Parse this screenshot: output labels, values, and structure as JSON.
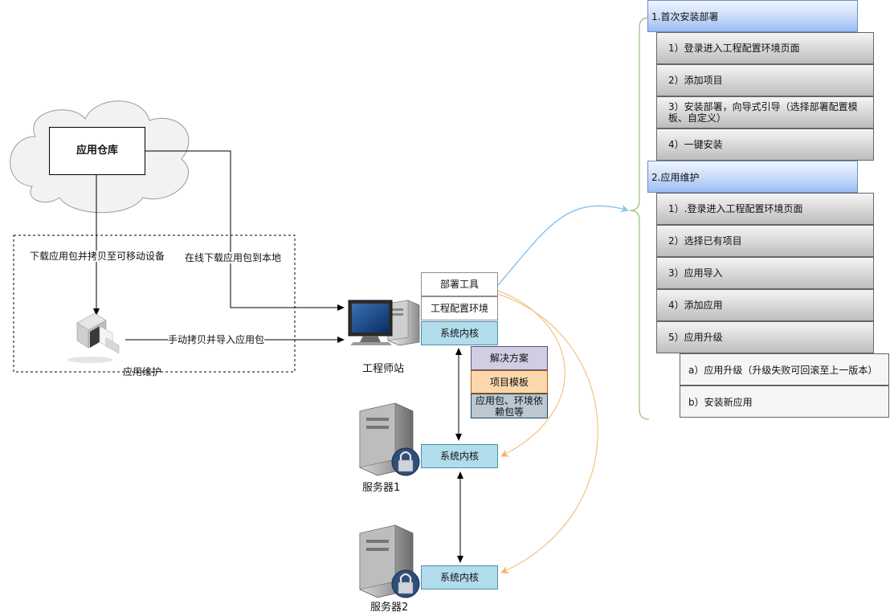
{
  "nodes": {
    "repository": "应用仓库",
    "deploy_tool": "部署工具",
    "config_env": "工程配置环境",
    "kernel_station": "系统内核",
    "solution": "解决方案",
    "project_template": "项目模板",
    "packages": "应用包、环境依赖包等",
    "kernel_server1": "系统内核",
    "kernel_server2": "系统内核",
    "engineer_station": "工程师站",
    "server1": "服务器1",
    "server2": "服务器2",
    "maintenance_group": "应用维护"
  },
  "edges": {
    "download_usb": "下载应用包并拷贝至可移动设备",
    "download_online": "在线下载应用包到本地",
    "manual_copy": "手动拷贝并导入应用包"
  },
  "steps": {
    "first_install": {
      "title": "1.首次安装部署",
      "items": [
        "1）登录进入工程配置环境页面",
        "2）添加项目",
        "3）安装部署，向导式引导（选择部署配置模板、自定义）",
        "4）一键安装"
      ]
    },
    "maintenance": {
      "title": "2.应用维护",
      "items": [
        "1）.登录进入工程配置环境页面",
        "2）选择已有项目",
        "3）应用导入",
        "4）添加应用",
        "5）应用升级"
      ],
      "upgrade_options": [
        "a）应用升级（升级失败可回滚至上一版本）",
        "b）安装新应用"
      ]
    }
  }
}
